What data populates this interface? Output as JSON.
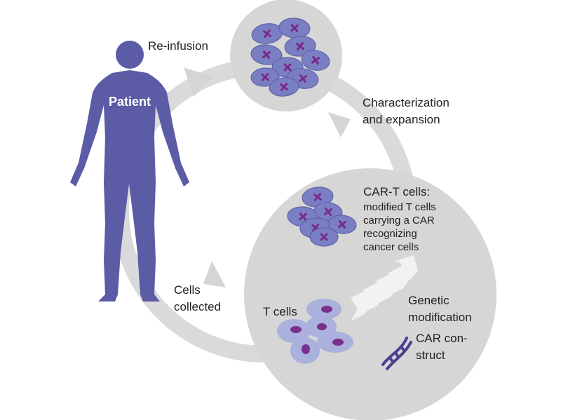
{
  "labels": {
    "patient": "Patient",
    "reinfusion": "Re-infusion",
    "characterization_line1": "Characterization",
    "characterization_line2": "and expansion",
    "cart_title": "CAR-T cells:",
    "cart_desc_line1": "modified T cells",
    "cart_desc_line2": "carrying a CAR",
    "cart_desc_line3": "recognizing",
    "cart_desc_line4": "cancer cells",
    "cells_collected_line1": "Cells",
    "cells_collected_line2": "collected",
    "t_cells": "T cells",
    "genetic_line1": "Genetic",
    "genetic_line2": "modification",
    "car_construct_line1": "CAR con-",
    "car_construct_line2": "struct"
  },
  "colors": {
    "cycle_gray": "#d7d7d7",
    "arrow_gray": "#ececec",
    "patient_purple": "#5b5ba6",
    "cart_cell": "#7a7fc4",
    "cart_cell_edge": "#5f63a8",
    "cart_marker": "#7a2a86",
    "t_cell": "#a9b1dc",
    "t_cell_nucleus": "#7a2f8c",
    "dna": "#4a3f8f"
  }
}
